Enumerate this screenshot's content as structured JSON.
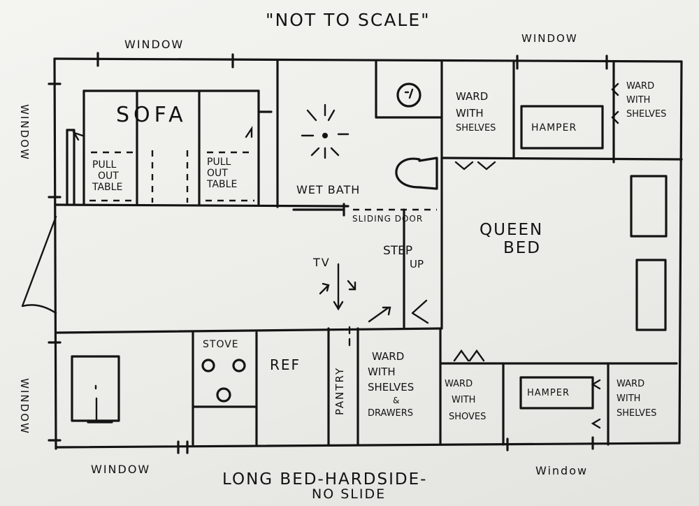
{
  "title": "\"NOT TO SCALE\"",
  "bottom_label_1": "LONG BED-HARDSIDE-",
  "bottom_label_2": "NO SLIDE",
  "windows": {
    "top_left": "WINDOW",
    "top_right": "WINDOW",
    "left_upper": "WINDOW",
    "left_lower": "WINDOW",
    "bottom_left": "WINDOW",
    "bottom_right": "Window"
  },
  "rooms": {
    "sofa": "SOFA",
    "pull_out_table": [
      "PULL",
      "OUT",
      "TABLE"
    ],
    "wet_bath": "WET BATH",
    "sliding_door": "SLIDING DOOR",
    "step_up": [
      "STEP",
      "UP"
    ],
    "tv": "TV",
    "queen_bed": [
      "QUEEN",
      "BED"
    ],
    "hamper": "HAMPER",
    "ward_shelves": [
      "WARD",
      "WITH",
      "SHELVES"
    ],
    "stove": "STOVE",
    "ref": "REF",
    "pantry": "PANTRY",
    "ward_drawers": [
      "WARD",
      "WITH",
      "SHELVES",
      "&",
      "DRAWERS"
    ],
    "ward_shoves": [
      "WARD",
      "WITH",
      "SHOVES"
    ]
  }
}
